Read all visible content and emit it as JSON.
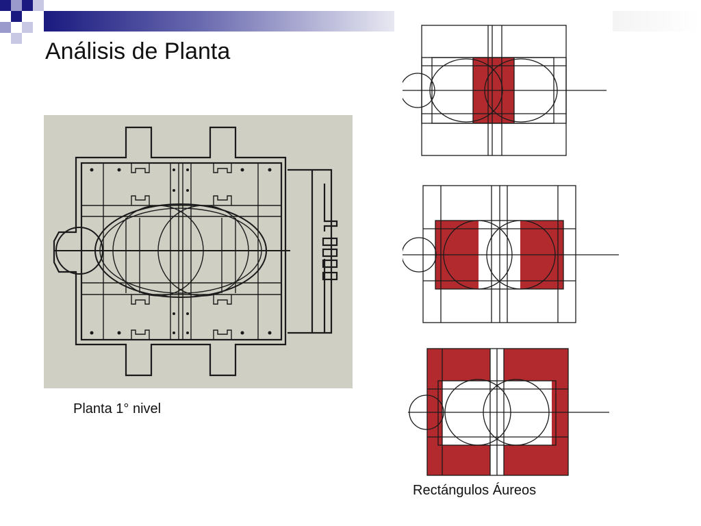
{
  "slide": {
    "title": "Análisis de Planta",
    "caption_left": "Planta 1° nivel",
    "caption_right": "Rectángulos Áureos"
  },
  "colors": {
    "accent_navy": "#1a1a80",
    "golden_red": "#b22a2e",
    "plan_background": "#cfcfc4",
    "line": "#1a1a1a"
  }
}
